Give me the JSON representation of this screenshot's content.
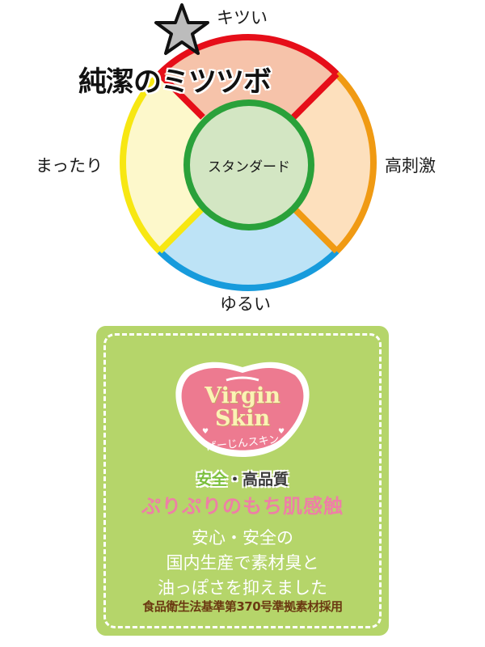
{
  "header": {
    "title": "純潔のミツツボ",
    "star_icon": "star-icon"
  },
  "chart_data": {
    "type": "diagram",
    "title": "純潔のミツツボ",
    "center": {
      "label": "スタンダード",
      "fill": "#d3e6c3",
      "stroke": "#2aa13a"
    },
    "segments": [
      {
        "position": "top",
        "label": "キツい",
        "fill": "#f6c3aa",
        "stroke": "#e60e19"
      },
      {
        "position": "right",
        "label": "高刺激",
        "fill": "#fde0bd",
        "stroke": "#f09a13"
      },
      {
        "position": "bottom",
        "label": "ゆるい",
        "fill": "#bde3f6",
        "stroke": "#179bdc"
      },
      {
        "position": "left",
        "label": "まったり",
        "fill": "#fdf8cb",
        "stroke": "#f7e712"
      }
    ],
    "marker": {
      "shape": "star",
      "position": "top-left (キツい edge)",
      "fill": "#bcbcbc"
    }
  },
  "axes": {
    "top": "キツい",
    "right": "高刺激",
    "bottom": "ゆるい",
    "left": "まったり",
    "center": "スタンダード"
  },
  "card": {
    "background": "#b5d56a",
    "logo": {
      "line1": "Virgin",
      "line2": "Skin",
      "kana": "ばーじんスキン",
      "fill": "#ed7a90"
    },
    "headline_green": "安全",
    "headline_sep": "・",
    "headline_dark": "高品質",
    "subheadline": "ぷりぷりのもち肌感触",
    "body_lines": [
      "安心・安全の",
      "国内生産で素材臭と",
      "油っぽさを抑えました"
    ],
    "footnote": "食品衛生法基準第370号準拠素材採用"
  }
}
